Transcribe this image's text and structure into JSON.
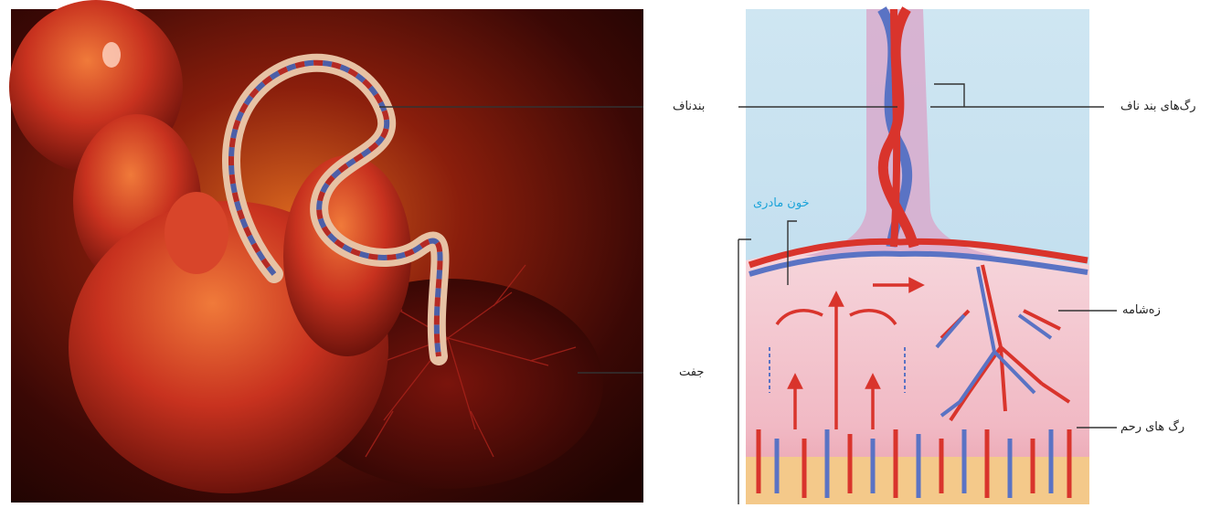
{
  "colors": {
    "label_black": "#222222",
    "label_blue": "#1aa3d9",
    "leader_line": "#333333",
    "fetus": "#c8321f",
    "artery": "#d9342c",
    "vein": "#5a73c4",
    "amniotic_bg": "#cfe6f2"
  },
  "left_panel": {
    "labels": {
      "umbilical_cord": "بندناف",
      "placenta": "جفت"
    }
  },
  "right_panel": {
    "labels": {
      "umbilical_vessels": "رگ‌های بند ناف",
      "maternal_blood": "خون مادری",
      "villus": "زه‌شامه",
      "uterine_vessels": "رگ‌ های رحم"
    }
  }
}
